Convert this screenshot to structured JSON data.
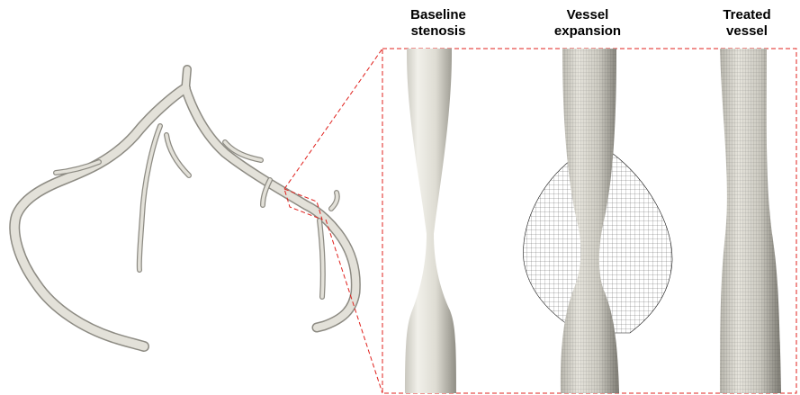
{
  "labels": {
    "baseline": [
      "Baseline",
      "stenosis"
    ],
    "expansion": [
      "Vessel",
      "expansion"
    ],
    "treated": [
      "Treated",
      "vessel"
    ]
  },
  "colors": {
    "vessel": "#e2e0d8",
    "vessel_shade": "#9c9a90",
    "zoom_box": "#e0201c",
    "mesh": "#1a1a1a"
  }
}
